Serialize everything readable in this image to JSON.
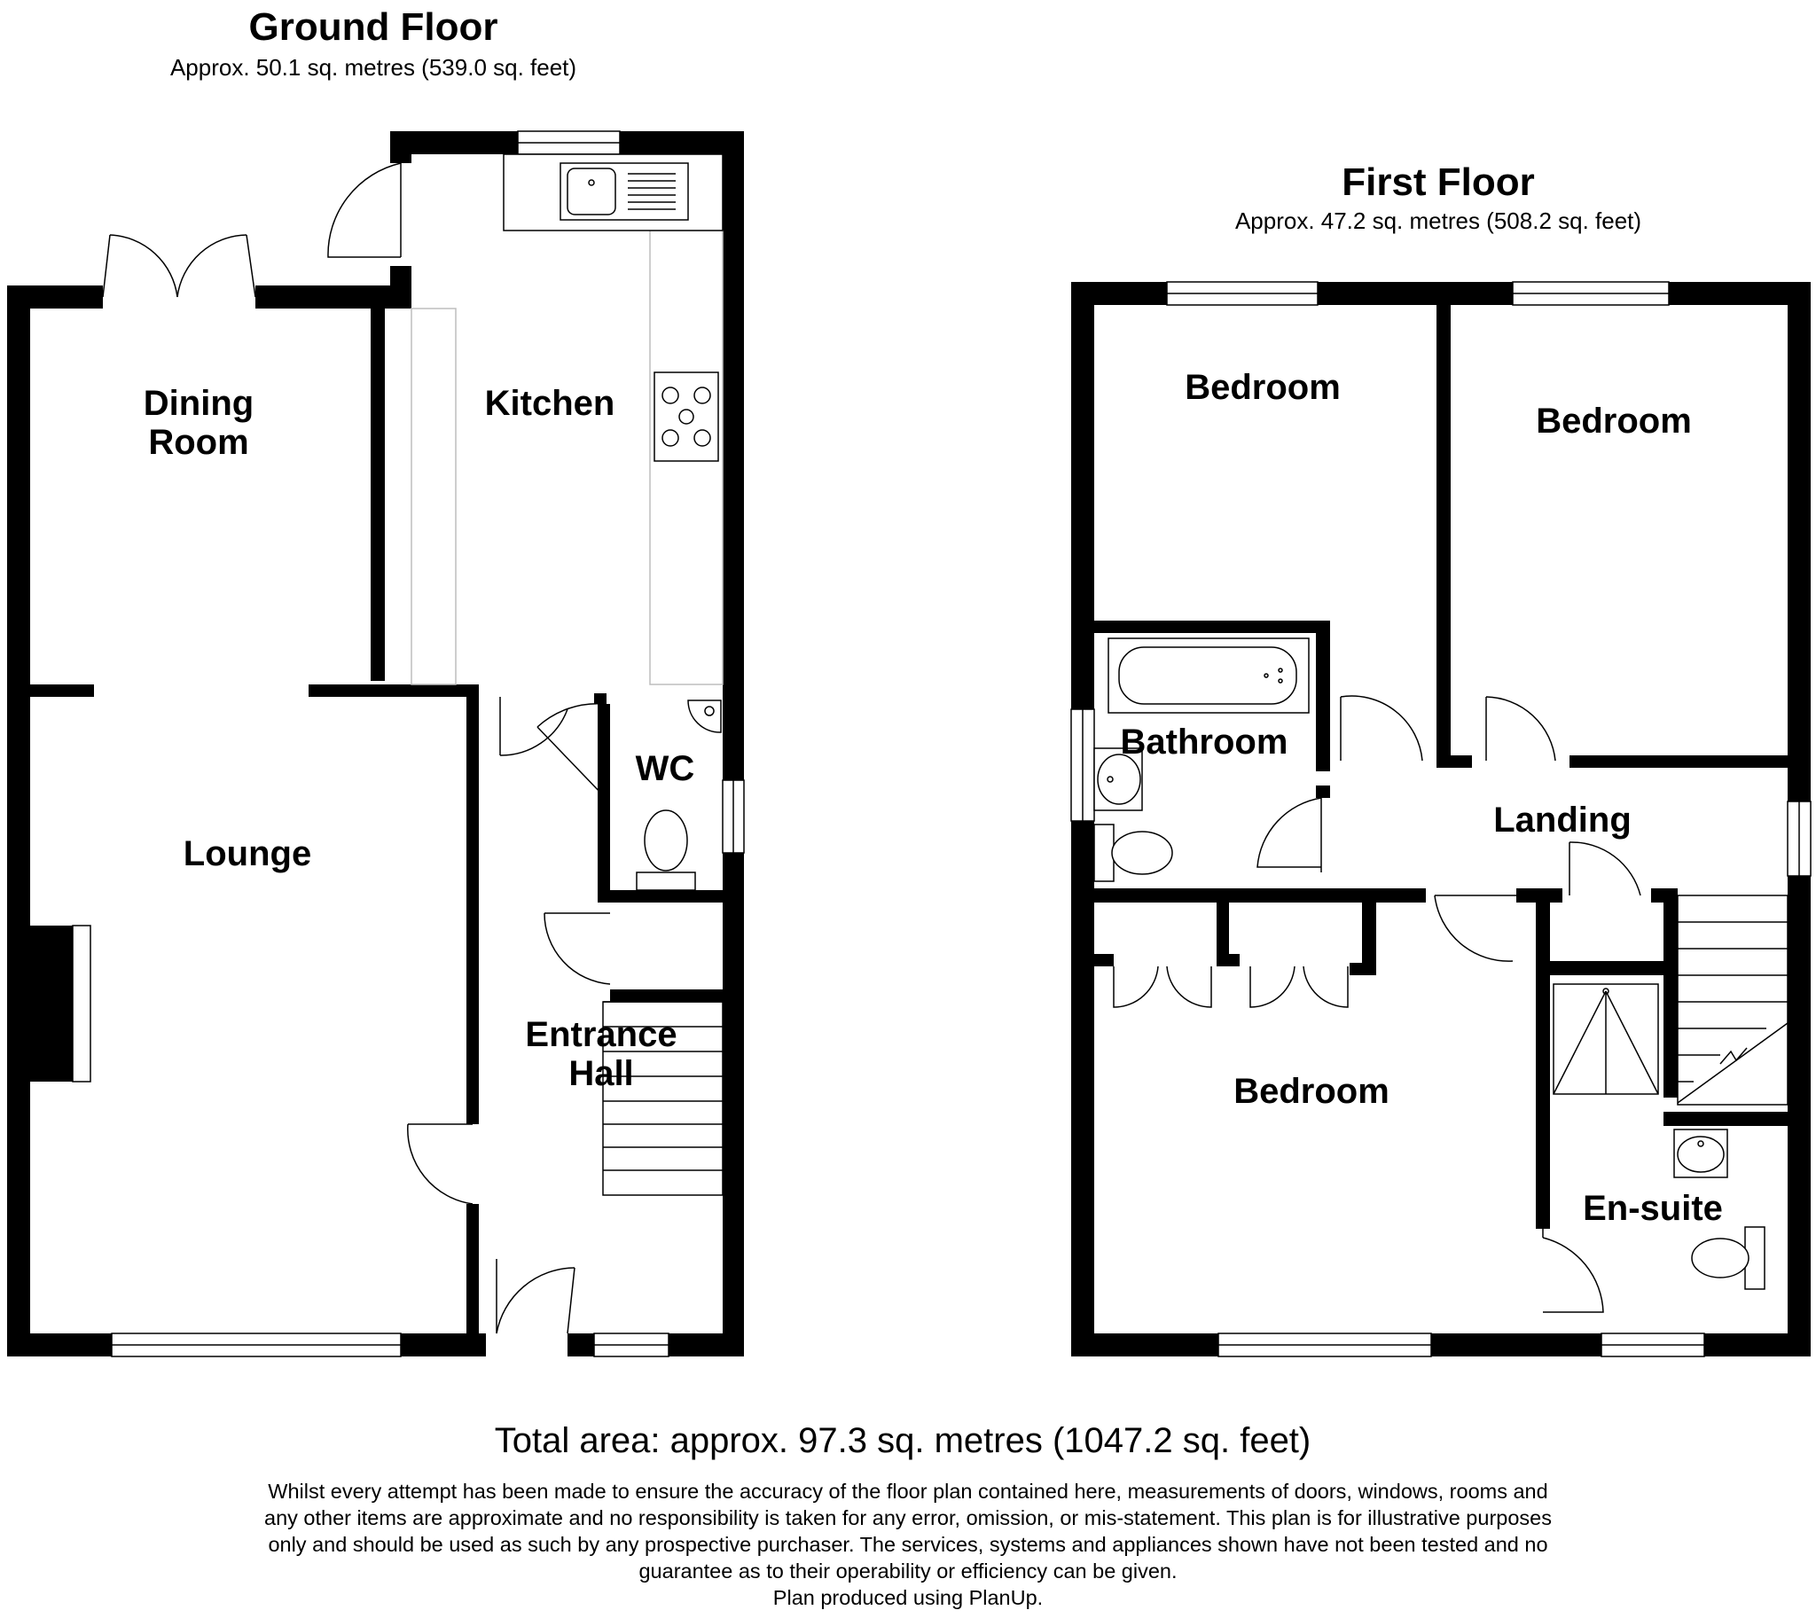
{
  "ground_floor": {
    "title": "Ground Floor",
    "area": "Approx. 50.1 sq. metres (539.0 sq. feet)",
    "rooms": {
      "dining_room_line1": "Dining",
      "dining_room_line2": "Room",
      "kitchen": "Kitchen",
      "lounge": "Lounge",
      "wc": "WC",
      "entrance_hall_line1": "Entrance",
      "entrance_hall_line2": "Hall"
    }
  },
  "first_floor": {
    "title": "First Floor",
    "area": "Approx. 47.2 sq. metres (508.2 sq. feet)",
    "rooms": {
      "bedroom_front_left": "Bedroom",
      "bedroom_front_right": "Bedroom",
      "bathroom": "Bathroom",
      "landing": "Landing",
      "bedroom_rear": "Bedroom",
      "en_suite": "En-suite"
    }
  },
  "total_area": "Total area: approx. 97.3 sq. metres (1047.2 sq. feet)",
  "disclaimer": {
    "line1": "Whilst every attempt has been made to ensure the accuracy of the floor plan contained here, measurements of doors, windows, rooms and",
    "line2": "any other items are approximate and no responsibility is taken for any error, omission, or mis-statement. This plan is for illustrative purposes",
    "line3": "only and should be used as such by any prospective purchaser. The services, systems and appliances shown have not been tested and no",
    "line4": "guarantee as to their operability or efficiency can be given.",
    "line5": "Plan produced using PlanUp."
  }
}
